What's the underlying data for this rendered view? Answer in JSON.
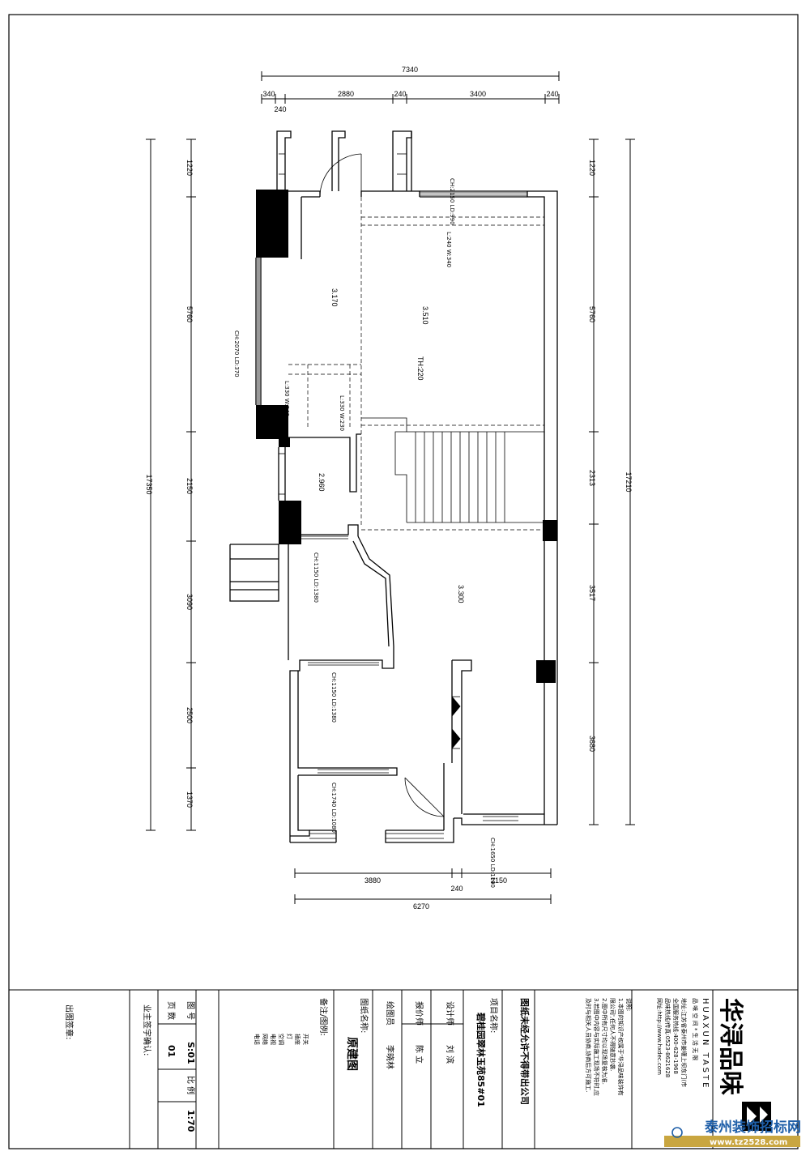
{
  "plan": {
    "dims_top": {
      "total": "7340",
      "d1": "340",
      "d2": "240",
      "d3": "2880",
      "d4": "240",
      "d5": "3400",
      "d6": "240"
    },
    "dims_bottom": {
      "total": "6270",
      "d1": "3880",
      "d2": "240",
      "d3": "2150"
    },
    "dims_left": {
      "total": "17350",
      "d1": "1220",
      "d2": "5760",
      "d3": "2150",
      "d4": "3090",
      "d5": "2500",
      "d6": "1370"
    },
    "dims_right": {
      "total": "17210",
      "d1": "1220",
      "d2": "5760",
      "d3": "2313",
      "d4": "3517",
      "d5": "3680"
    },
    "notes": {
      "window_top": "CH:2150 LD:990",
      "beam1": "L:240 W:340",
      "height_left": "3.170",
      "height_main": "3.510",
      "window_left": "CH:2070 LD:370",
      "th": "TH:220",
      "beam2": "L:330 W:240",
      "beam3": "L:330 W:230",
      "height_mid": "2.960",
      "window_bay": "CH:1150 LD:1380",
      "height_lower": "3.300",
      "window_room": "CH:1150 LD:1380",
      "window_bottom": "CH:1740 LD:1080",
      "window_br": "CH:1650 LD:1190"
    }
  },
  "title_block": {
    "company_name": "华浔品味",
    "company_en": "HUAXUN TASTE",
    "slogan": "品 味 空 间 * 生 活 无 限",
    "address": "地址:江苏省泰州市姜堰上坝东门(市",
    "hotline": "全国服务热线:400-628-1968",
    "phone": "品味热线/传真:0523-8621628",
    "web": "网址:http://www.hxdec.com",
    "notes_title": "说明:",
    "note1": "1.本图的知识产权属于'华浔品味装饰有",
    "note1b": "限公司',任何人不得随意抄袭.",
    "note2": "2.图中所有尺寸均以现场复核为准.",
    "note3": "3.若图中内容与实际施工现场不符时,应",
    "note3b": "及时与相关人员协商,协商后方可施工.",
    "unauthorized": "图纸未经允许不得带出公司",
    "project_label": "项目名称:",
    "project_name": "碧桂园翠林玉苑85#01",
    "designer_label": "设计师",
    "designer_name": "刘 滨",
    "pricer_label": "报价师",
    "pricer_name": "陈 立",
    "drafter_label": "绘图员",
    "drafter_name": "李晓林",
    "drawing_label": "图纸名称:",
    "drawing_name": "原建图",
    "legend_title": "备注/图例:",
    "legend_items": [
      "开关",
      "插座",
      "灯",
      "空调",
      "电视",
      "网络",
      "电话"
    ],
    "drawing_no_label": "图 号",
    "drawing_no": "S:01",
    "scale_label": "比 例",
    "scale": "1:70",
    "page_label": "页 数",
    "page": "01",
    "client_confirm": "业主签字确认:",
    "issue_sign": "出图签章:"
  },
  "watermark": {
    "main": "泰州装饰招标网",
    "url": "www.tz2528.com"
  }
}
